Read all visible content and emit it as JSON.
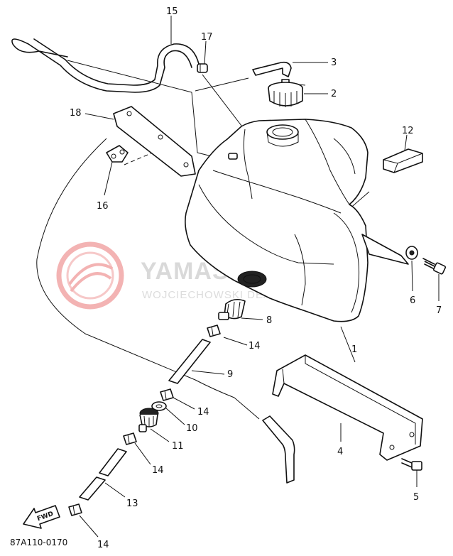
{
  "diagram_code": "87A110-0170",
  "fwd_label": "FWD",
  "watermark": {
    "brand": "YAMASKLEP.PL",
    "subtitle": "WOJCIECHOWSKI DEALER YAMAHA"
  },
  "callouts": [
    {
      "id": "c1",
      "label": "1"
    },
    {
      "id": "c2",
      "label": "2"
    },
    {
      "id": "c3",
      "label": "3"
    },
    {
      "id": "c4",
      "label": "4"
    },
    {
      "id": "c5",
      "label": "5"
    },
    {
      "id": "c6",
      "label": "6"
    },
    {
      "id": "c7",
      "label": "7"
    },
    {
      "id": "c8",
      "label": "8"
    },
    {
      "id": "c9",
      "label": "9"
    },
    {
      "id": "c10",
      "label": "10"
    },
    {
      "id": "c11",
      "label": "11"
    },
    {
      "id": "c12",
      "label": "12"
    },
    {
      "id": "c13",
      "label": "13"
    },
    {
      "id": "c14a",
      "label": "14"
    },
    {
      "id": "c14b",
      "label": "14"
    },
    {
      "id": "c14c",
      "label": "14"
    },
    {
      "id": "c14d",
      "label": "14"
    },
    {
      "id": "c15",
      "label": "15"
    },
    {
      "id": "c16",
      "label": "16"
    },
    {
      "id": "c17",
      "label": "17"
    },
    {
      "id": "c18",
      "label": "18"
    }
  ],
  "colors": {
    "line": "#111111",
    "watermark_logo": "#f0a8a8",
    "watermark_text": "#d9d9d9"
  }
}
